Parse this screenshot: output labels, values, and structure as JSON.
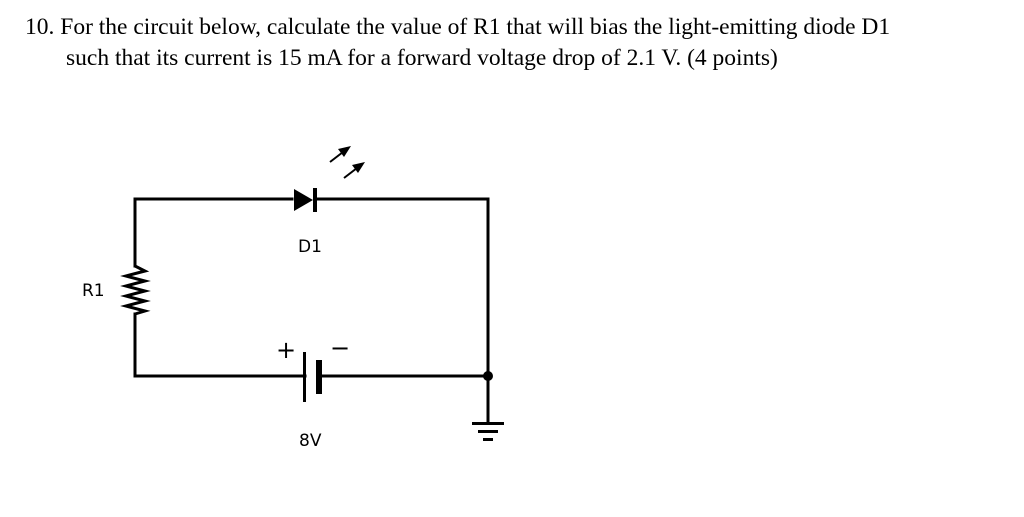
{
  "question": {
    "number": "10.",
    "line1": "For the circuit below, calculate the value of R1 that will bias the light-emitting diode D1",
    "line2": "such that its current is 15 mA for a forward voltage drop of 2.1 V. (4 points)"
  },
  "circuit": {
    "diode_label": "D1",
    "resistor_label": "R1",
    "battery_plus": "+",
    "battery_minus": "−",
    "battery_label": "8V"
  }
}
